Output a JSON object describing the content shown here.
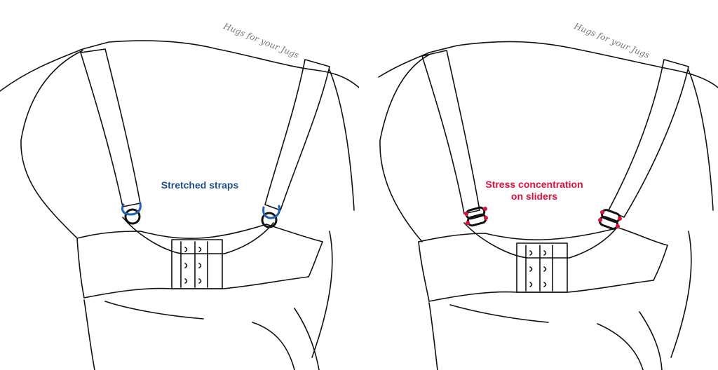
{
  "panels": [
    {
      "label_lines": [
        "Stretched straps"
      ],
      "label_color": "#1f4e8c",
      "watermark": "Hugs for your Jugs",
      "accent_icon": "blue-hook-icon"
    },
    {
      "label_lines": [
        "Stress concentration",
        "on sliders"
      ],
      "label_color": "#e0103c",
      "watermark": "Hugs for your Jugs",
      "accent_icon": "red-stress-dot-icon"
    }
  ],
  "colors": {
    "line": "#111111",
    "blue_accent": "#1f5fb0",
    "red_accent": "#e0103c"
  }
}
